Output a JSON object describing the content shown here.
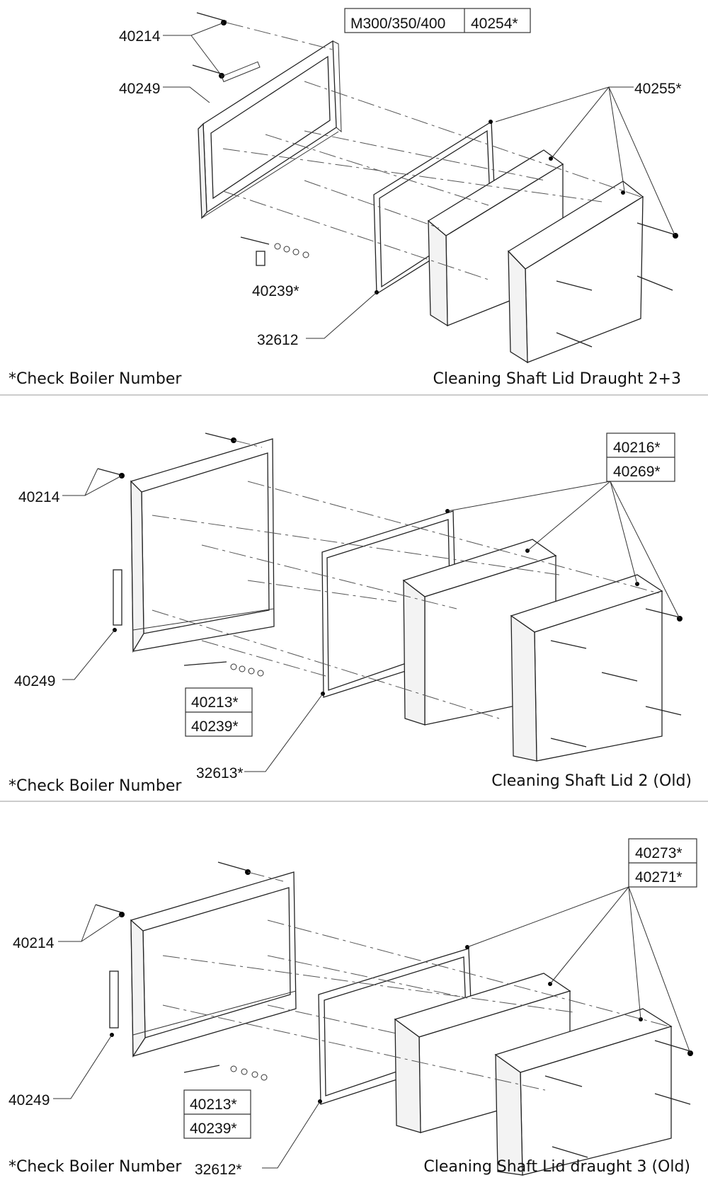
{
  "panel1": {
    "title": "Cleaning Shaft Lid Draught 2+3",
    "note": "*Check Boiler Number",
    "model_table": [
      "M300/350/400",
      "40254*"
    ],
    "parts": {
      "screws": "40214",
      "hinge": "40249",
      "pin": "40239*",
      "gasket": "32612",
      "insulation": "40255*"
    }
  },
  "panel2": {
    "title": "Cleaning Shaft Lid 2 (Old)",
    "note": "*Check Boiler Number",
    "parts": {
      "screws": "40214",
      "hinge": "40249",
      "gasket": "32613*",
      "insulation_a": "40216*",
      "insulation_b": "40269*",
      "pin_a": "40213*",
      "pin_b": "40239*"
    }
  },
  "panel3": {
    "title": "Cleaning Shaft Lid draught 3 (Old)",
    "note": "*Check Boiler Number",
    "parts": {
      "screws": "40214",
      "hinge": "40249",
      "gasket": "32612*",
      "insulation_a": "40273*",
      "insulation_b": "40271*",
      "pin_a": "40213*",
      "pin_b": "40239*"
    }
  }
}
